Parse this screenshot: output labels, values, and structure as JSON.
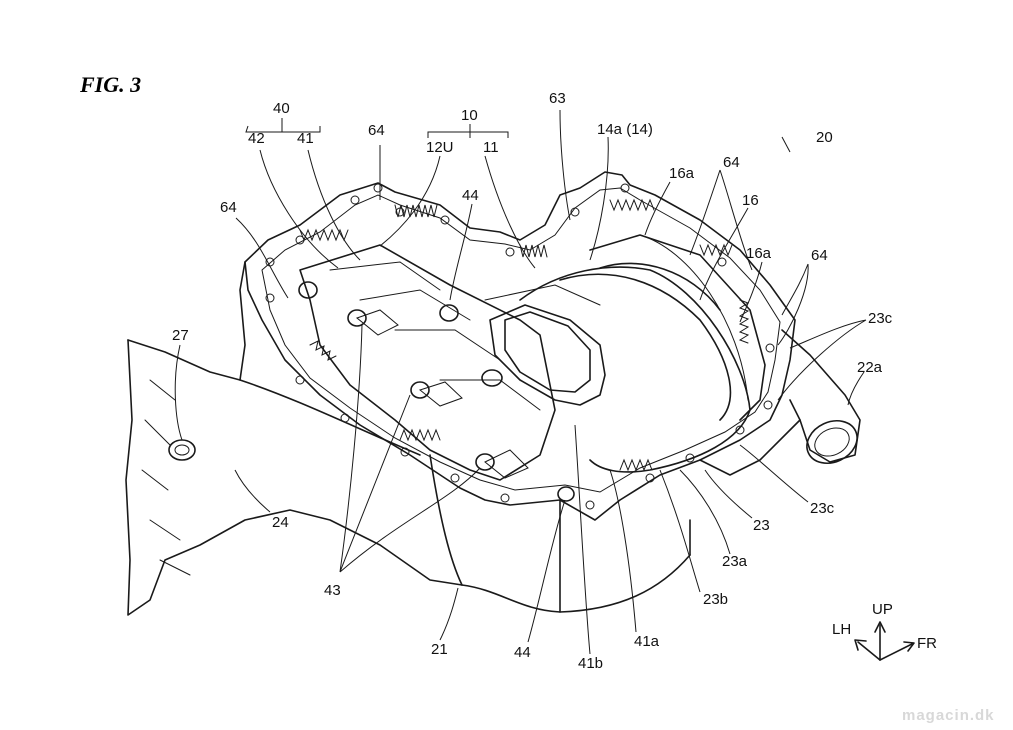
{
  "figure": {
    "title": "FIG. 3",
    "watermark": "magacin.dk"
  },
  "labels": {
    "l40": "40",
    "l42": "42",
    "l41": "41",
    "l10": "10",
    "l12u": "12U",
    "l11": "11",
    "l63": "63",
    "l14a": "14a (14)",
    "l20": "20",
    "l64a": "64",
    "l64b": "64",
    "l64c": "64",
    "l64d": "64",
    "l44a": "44",
    "l44b": "44",
    "l16a1": "16a",
    "l16": "16",
    "l16a2": "16a",
    "l23c1": "23c",
    "l23c2": "23c",
    "l22a": "22a",
    "l27": "27",
    "l24": "24",
    "l23": "23",
    "l23a": "23a",
    "l23b": "23b",
    "l43": "43",
    "l21": "21",
    "l41b": "41b",
    "l41a": "41a"
  },
  "compass": {
    "up": "UP",
    "lh": "LH",
    "fr": "FR"
  }
}
